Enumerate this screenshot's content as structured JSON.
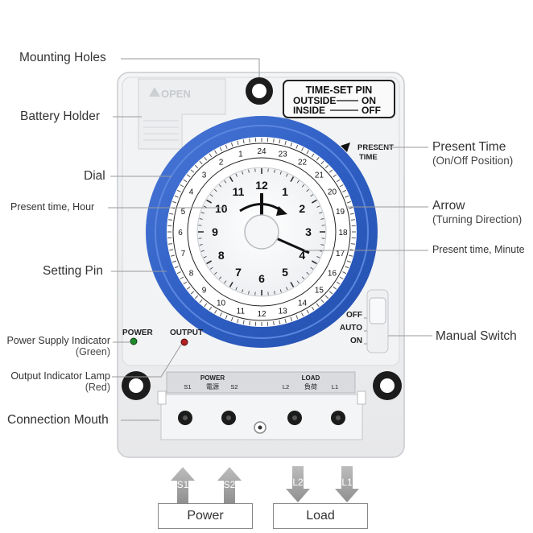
{
  "callouts": {
    "mounting_holes": "Mounting Holes",
    "battery_holder": "Battery Holder",
    "dial": "Dial",
    "present_time_hour": "Present time, Hour",
    "setting_pin": "Setting Pin",
    "power_supply_indicator": "Power Supply Indicator",
    "power_supply_indicator_color": "(Green)",
    "output_indicator_lamp": "Output Indicator Lamp",
    "output_indicator_lamp_color": "(Red)",
    "connection_mouth": "Connection Mouth",
    "present_time": "Present Time",
    "present_time_sub": "(On/Off Position)",
    "arrow": "Arrow",
    "arrow_sub": "(Turning Direction)",
    "present_time_minute": "Present time, Minute",
    "manual_switch": "Manual Switch"
  },
  "device": {
    "time_set_pin_title": "TIME-SET PIN",
    "outside_label": "OUTSIDE",
    "outside_value": "ON",
    "inside_label": "INSIDE",
    "inside_value": "OFF",
    "open_label": "OPEN",
    "present_label": "PRESENT",
    "time_label": "TIME",
    "power_led_label": "POWER",
    "output_led_label": "OUTPUT",
    "switch_off": "OFF",
    "switch_auto": "AUTO",
    "switch_on": "ON",
    "terminal_power_label": "POWER",
    "terminal_power_cn": "電源",
    "terminal_s1": "S1",
    "terminal_s2": "S2",
    "terminal_load_label": "LOAD",
    "terminal_load_cn": "負荷",
    "terminal_l2": "L2",
    "terminal_l1": "L1",
    "outer_ring_numbers": [
      "1",
      "2",
      "3",
      "4",
      "5",
      "6",
      "7",
      "8",
      "9",
      "10",
      "11",
      "12",
      "13",
      "14",
      "15",
      "16",
      "17",
      "18",
      "19",
      "20",
      "21",
      "22",
      "23",
      "24"
    ],
    "inner_hour_numbers": [
      "12",
      "1",
      "2",
      "3",
      "4",
      "5",
      "6",
      "7",
      "8",
      "9",
      "10",
      "11"
    ]
  },
  "arrows": {
    "s1": "S1",
    "s2": "S2",
    "l2": "L2",
    "l1": "L1"
  },
  "bottom_boxes": {
    "power": "Power",
    "load": "Load"
  },
  "colors": {
    "dial_blue": "#2f5fc4",
    "power_led": "#1f8a2a",
    "output_led": "#b3201f"
  }
}
